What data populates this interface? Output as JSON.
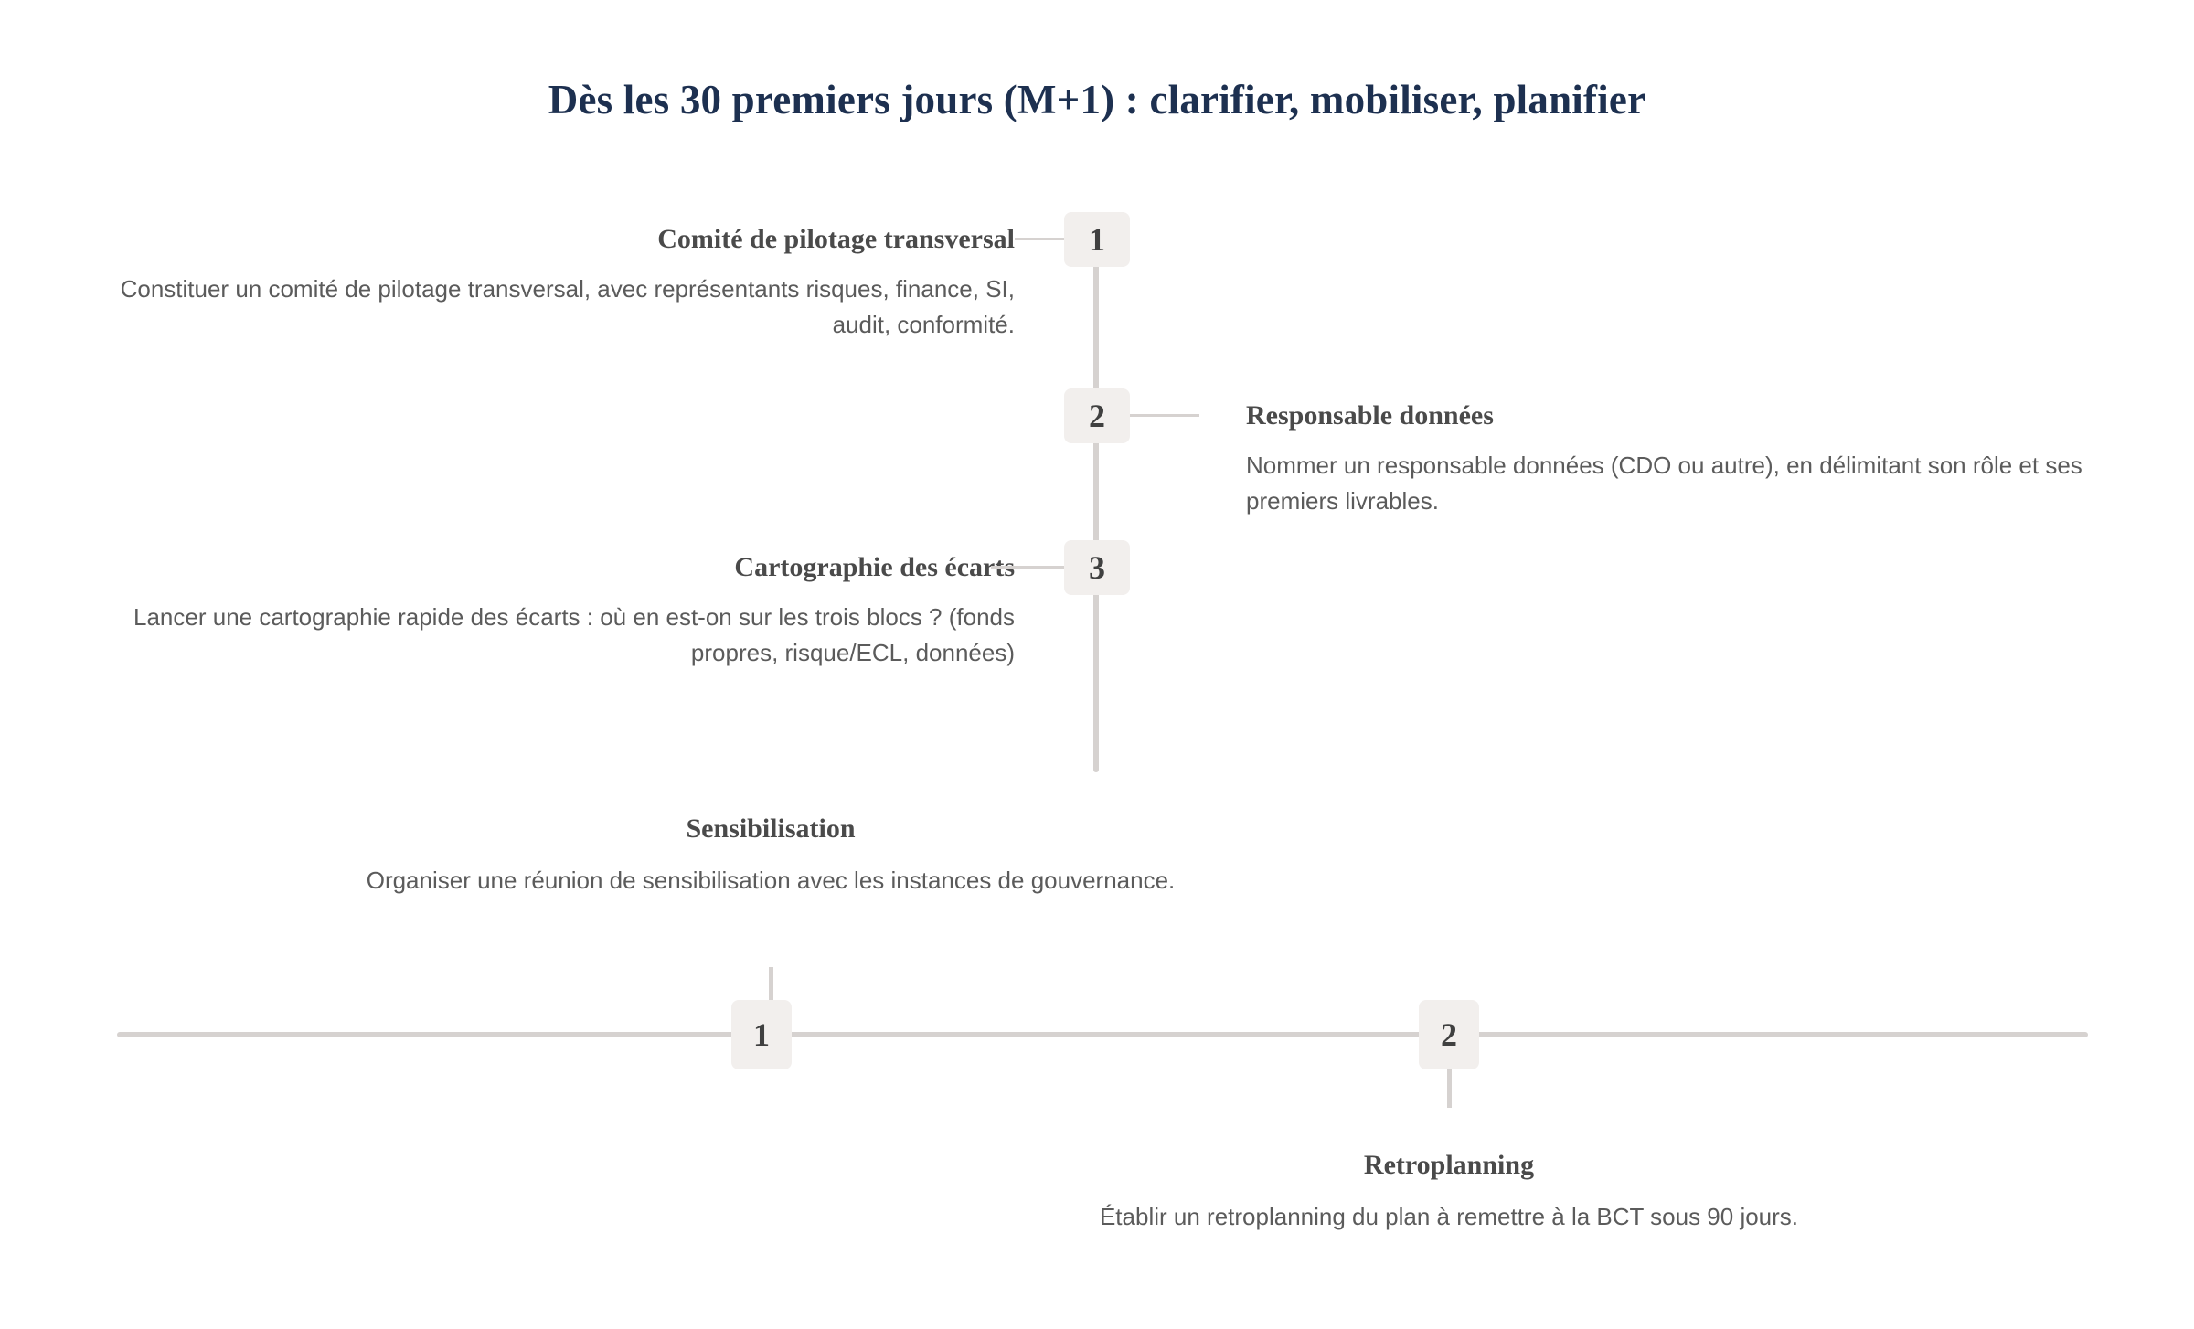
{
  "page": {
    "title": "Dès les 30 premiers jours (M+1) : clarifier, mobiliser, planifier",
    "background_color": "#ffffff",
    "title_color": "#1d3050",
    "badge_bg_color": "#f2efed",
    "badge_text_color": "#404040",
    "line_color": "#d6d2d0",
    "heading_color": "#4a4a4a",
    "body_color": "#5b5b5b"
  },
  "vertical_timeline": {
    "items": [
      {
        "number": "1",
        "side": "left",
        "title": "Comité de pilotage transversal",
        "description": "Constituer un comité de pilotage transversal, avec représentants risques, finance, SI, audit, conformité."
      },
      {
        "number": "2",
        "side": "right",
        "title": "Responsable données",
        "description": "Nommer un responsable données (CDO ou autre), en délimitant son rôle et ses premiers livrables."
      },
      {
        "number": "3",
        "side": "left",
        "title": "Cartographie des écarts",
        "description": "Lancer une cartographie rapide des écarts : où en est-on sur les trois blocs ? (fonds propres, risque/ECL, données)"
      }
    ]
  },
  "horizontal_timeline": {
    "items": [
      {
        "number": "1",
        "side": "above",
        "title": "Sensibilisation",
        "description": "Organiser une réunion de sensibilisation avec les instances de gouvernance."
      },
      {
        "number": "2",
        "side": "below",
        "title": "Retroplanning",
        "description": "Établir un retroplanning du plan à remettre à la BCT sous 90 jours."
      }
    ]
  }
}
